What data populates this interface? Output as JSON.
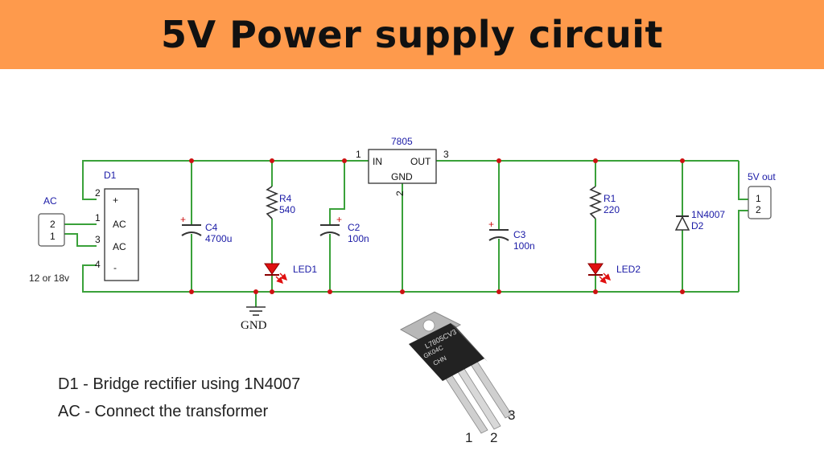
{
  "title": "5V Power supply circuit",
  "labels": {
    "d1": "D1",
    "ac": "AC",
    "ac_pin2": "2",
    "ac_pin1": "1",
    "input_note": "12 or 18v",
    "d1_pin2": "2",
    "d1_pin1": "1",
    "d1_pin3": "3",
    "d1_pin4": "4",
    "d1_plus": "+",
    "d1_ac_a": "AC",
    "d1_ac_b": "AC",
    "d1_minus": "-",
    "c4": "C4",
    "c4_val": "4700u",
    "r4": "R4",
    "r4_val": "540",
    "led1": "LED1",
    "c2": "C2",
    "c2_val": "100n",
    "reg": "7805",
    "reg_in": "IN",
    "reg_out": "OUT",
    "reg_gnd": "GND",
    "reg_p1": "1",
    "reg_p2": "2",
    "reg_p3": "3",
    "c3": "C3",
    "c3_val": "100n",
    "r1": "R1",
    "r1_val": "220",
    "led2": "LED2",
    "d2_part": "1N4007",
    "d2": "D2",
    "out": "5V out",
    "out_pin1": "1",
    "out_pin2": "2",
    "gnd": "GND",
    "plus": "+"
  },
  "notes": [
    "D1 - Bridge rectifier using 1N4007",
    "AC - Connect the transformer"
  ],
  "package": {
    "marking_1": "L7805CV3",
    "marking_2": "GK04C",
    "marking_3": "CHN",
    "pin1": "1",
    "pin2": "2",
    "pin3": "3"
  },
  "colors": {
    "banner": "#FE9A4C",
    "wire": "#3aa13a",
    "node": "#cc1111",
    "label": "#1a1aa6",
    "led": "#e01010"
  }
}
